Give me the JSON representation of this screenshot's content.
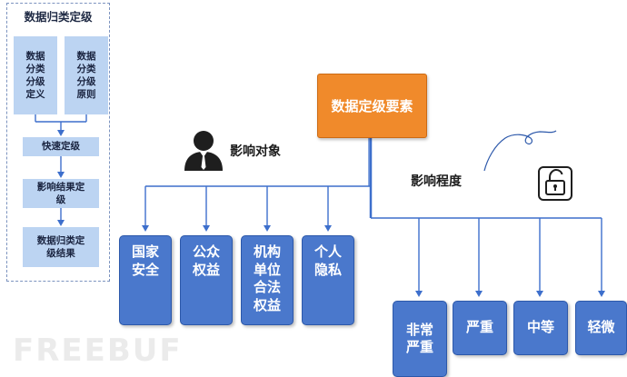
{
  "left_panel": {
    "title": "数据归类定级",
    "box_definition": "数据\n分类\n分级\n定义",
    "box_principle": "数据\n分类\n分级\n原则",
    "step_quick": "快速定级",
    "step_result": "影响结果定\n级",
    "step_final": "数据归类定\n级结果"
  },
  "main": {
    "title": "数据定级要素",
    "impact_object_label": "影响对象",
    "impact_degree_label": "影响程度"
  },
  "objects": [
    {
      "label": "国家\n安全"
    },
    {
      "label": "公众\n权益"
    },
    {
      "label": "机构\n单位\n合法\n权益"
    },
    {
      "label": "个人\n隐私"
    }
  ],
  "degrees": [
    {
      "label": "非常\n严重"
    },
    {
      "label": "严重"
    },
    {
      "label": "中等"
    },
    {
      "label": "轻微"
    }
  ],
  "watermark": "FREEBUF",
  "colors": {
    "main_box": "#f08a2b",
    "blue_box": "#4a78cc",
    "light_box": "#bcd4f2",
    "line": "#3d6fcc"
  }
}
